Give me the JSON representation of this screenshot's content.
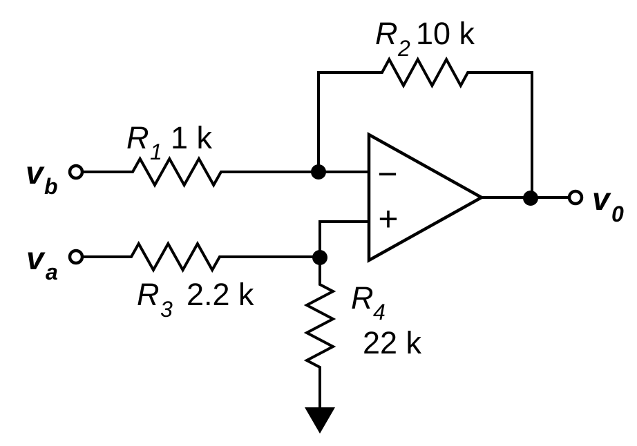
{
  "diagram": {
    "type": "op-amp difference amplifier schematic",
    "ink_color": "#000000",
    "background_color": "#ffffff",
    "opamp": {
      "inverting_marker": "−",
      "noninverting_marker": "+"
    },
    "resistors": {
      "r1": {
        "name": "R",
        "sub": "1",
        "value": "1 k"
      },
      "r2": {
        "name": "R",
        "sub": "2",
        "value": "10 k"
      },
      "r3": {
        "name": "R",
        "sub": "3",
        "value": "2.2 k"
      },
      "r4": {
        "name": "R",
        "sub": "4",
        "value": "22 k"
      }
    },
    "terminals": {
      "vb": {
        "name": "v",
        "sub": "b"
      },
      "va": {
        "name": "v",
        "sub": "a"
      },
      "vo": {
        "name": "v",
        "sub": "0"
      }
    }
  }
}
